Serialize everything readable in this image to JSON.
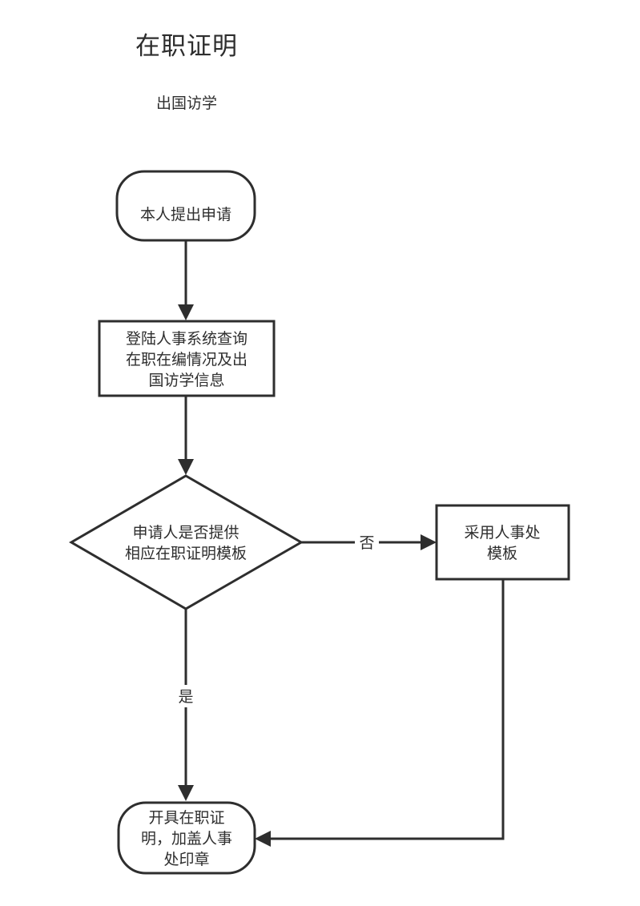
{
  "document": {
    "title": "在职证明",
    "subtitle": "出国访学"
  },
  "flowchart": {
    "nodes": {
      "start": {
        "lines": [
          "本人提出申请"
        ]
      },
      "query": {
        "lines": [
          "登陆人事系统查询",
          "在职在编情况及出",
          "国访学信息"
        ]
      },
      "decision": {
        "lines": [
          "申请人是否提供",
          "相应在职证明模板"
        ]
      },
      "template": {
        "lines": [
          "采用人事处",
          "模板"
        ]
      },
      "end": {
        "lines": [
          "开具在职证",
          "明，加盖人事",
          "处印章"
        ]
      }
    },
    "edges": {
      "no_label": "否",
      "yes_label": "是"
    }
  },
  "colors": {
    "stroke": "#2e2e2e",
    "text": "#2e2e2e",
    "background": "#ffffff"
  }
}
